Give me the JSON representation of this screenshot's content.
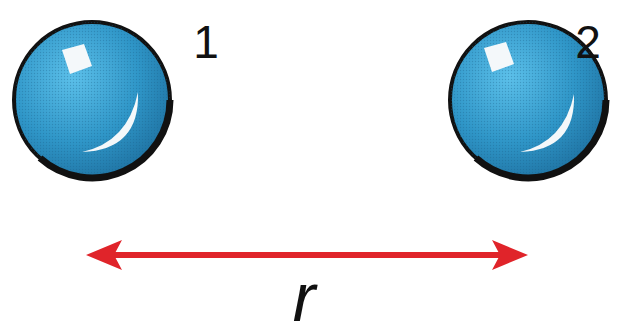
{
  "diagram": {
    "labels": [
      "1",
      "2",
      "r"
    ]
  }
}
